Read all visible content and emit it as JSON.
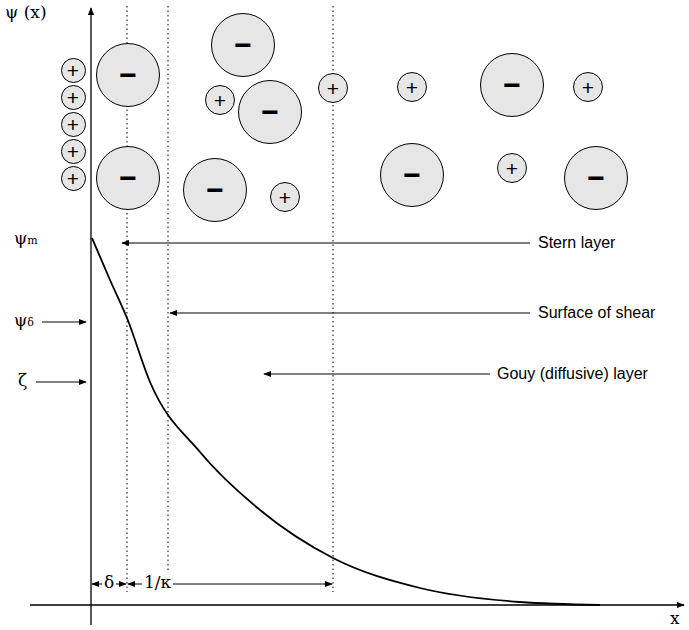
{
  "diagram": {
    "nodes": [
      {
        "text": [
          "+"
        ]
      },
      {
        "text": [
          "+"
        ]
      },
      {
        "text": [
          "+"
        ]
      },
      {
        "text": [
          "+"
        ]
      },
      {
        "text": [
          "+"
        ]
      },
      {
        "text": [
          "−"
        ]
      },
      {
        "text": [
          "−"
        ]
      },
      {
        "text": [
          "−"
        ]
      },
      {
        "text": [
          "+"
        ]
      },
      {
        "text": [
          "+"
        ]
      },
      {
        "text": [
          "−"
        ]
      },
      {
        "text": [
          "−"
        ]
      },
      {
        "text": [
          "+"
        ]
      },
      {
        "text": [
          "+"
        ]
      },
      {
        "text": [
          "−"
        ]
      },
      {
        "text": [
          "+"
        ]
      },
      {
        "text": [
          "−"
        ]
      },
      {
        "text": [
          "+"
        ]
      },
      {
        "text": [
          "−"
        ]
      }
    ],
    "labels": [
      "ψ (x)",
      "x",
      "ψm",
      "ψδ",
      "ζ",
      "δ",
      "1/κ",
      "Stern layer",
      "Surface of shear",
      "Gouy (diffusive) layer"
    ]
  }
}
